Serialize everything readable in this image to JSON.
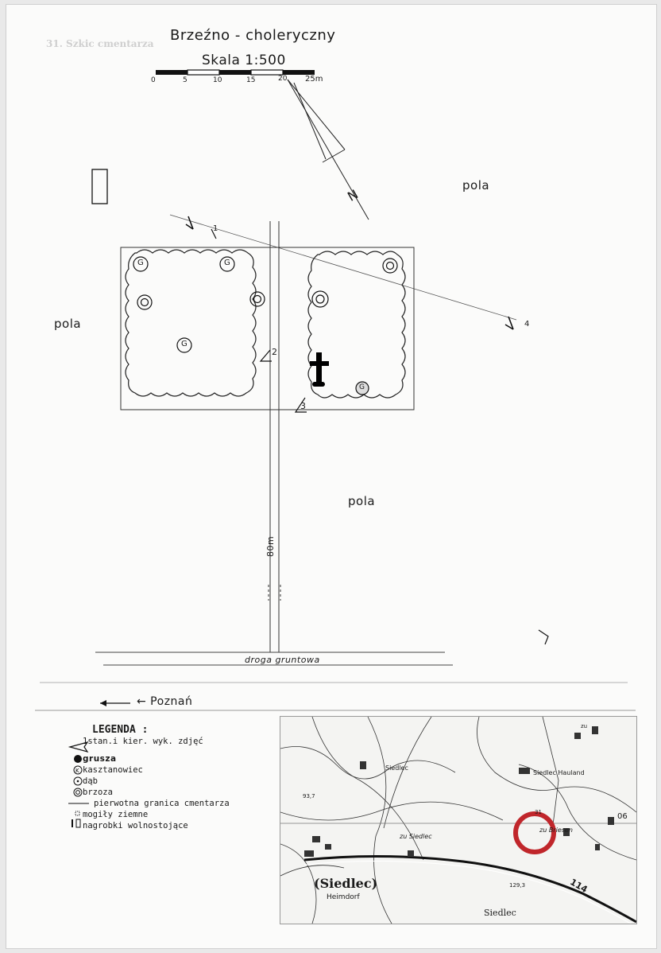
{
  "header": {
    "faint_heading": "31. Szkic cmentarza",
    "title": "Brzeźno - choleryczny",
    "scale_label": "Skala 1:500",
    "scale_ticks": [
      "0",
      "5",
      "10",
      "15",
      "20",
      "25m"
    ]
  },
  "north_label": "N",
  "labels": {
    "field_top_right": "pola",
    "field_left": "pola",
    "field_center": "pola",
    "distance": "80m",
    "road": "droga gruntowa",
    "direction": "← Poznań"
  },
  "photo_markers": [
    "1",
    "2",
    "3",
    "4"
  ],
  "trees": {
    "pear_letter": "G"
  },
  "legend": {
    "title": "LEGENDA :",
    "items": [
      {
        "symbol": "photo-arrow",
        "text": "1stan.i kier. wyk. zdjęć"
      },
      {
        "symbol": "pear",
        "text": "grusza"
      },
      {
        "symbol": "chestnut",
        "text": "kasztanowiec"
      },
      {
        "symbol": "oak",
        "text": "dąb"
      },
      {
        "symbol": "birch",
        "text": "brzoza"
      },
      {
        "symbol": "boundary-line",
        "text": "pierwotna granica cmentarza"
      },
      {
        "symbol": "earth-grave",
        "text": "mogiły ziemne"
      },
      {
        "symbol": "headstone",
        "text": "nagrobki wolnostojące"
      }
    ]
  },
  "inset_map": {
    "labels": {
      "siedlec_top": "Siedlec",
      "hauland": "Siedlec Hauland",
      "briesen": "zu Briesen",
      "siedlec_mid": "zu Siedlec",
      "siedlec_big": "(Siedlec)",
      "heimdorf": "Heimdorf",
      "siedlec_bottom": "Siedlec",
      "road_number": "114",
      "grid": "06",
      "marker": "31",
      "height": "129,3",
      "zu": "zu",
      "small_num": "93,7"
    },
    "highlight_color": "#c0262b"
  }
}
